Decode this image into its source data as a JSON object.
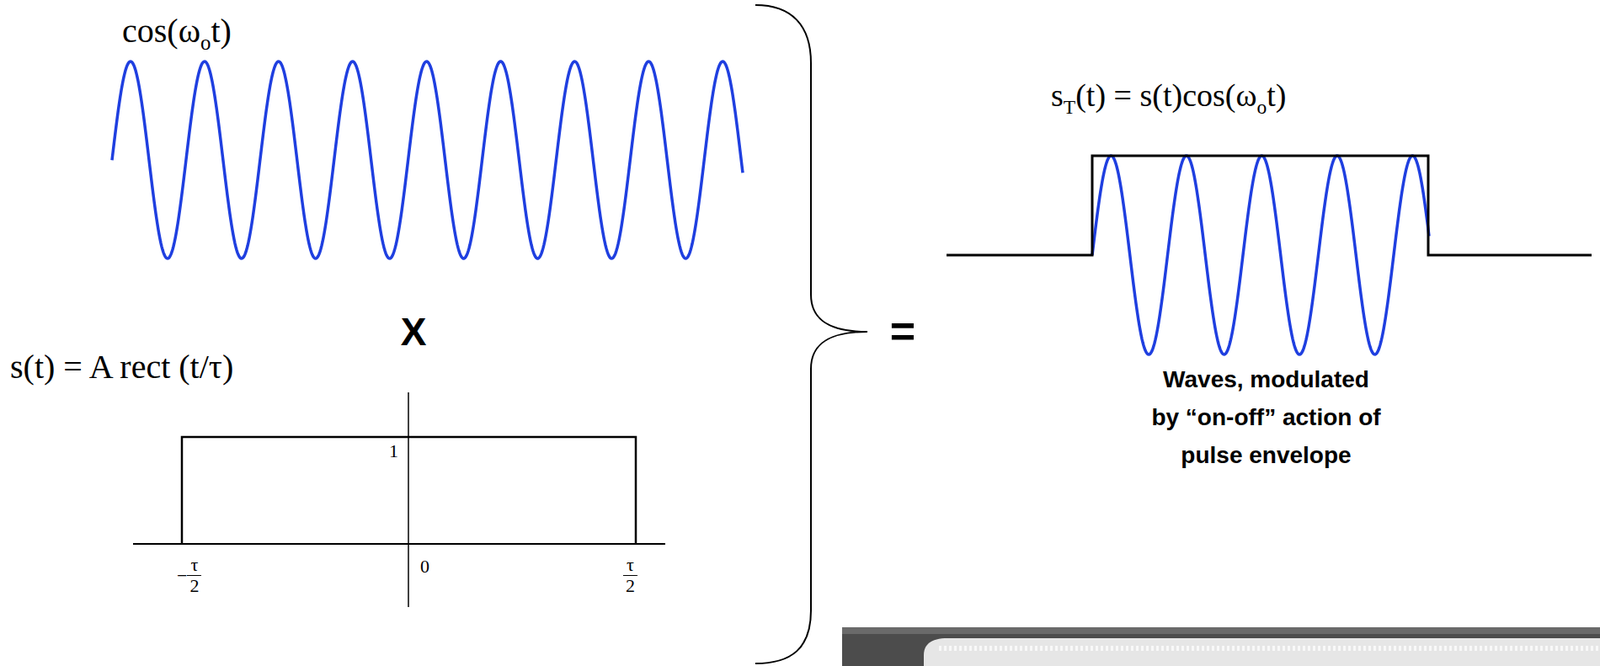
{
  "diagram": {
    "labels": [
      "cos(ω",
      "o",
      "t)",
      "X",
      "s(t) = A rect (t/τ)",
      "1",
      "−",
      "τ",
      "2",
      "0",
      "τ",
      "2",
      "=",
      "s",
      "T",
      "(t) = s(t)cos(ω",
      "o",
      "t)",
      "Waves, modulated by “on-off” action of pulse envelope"
    ]
  }
}
